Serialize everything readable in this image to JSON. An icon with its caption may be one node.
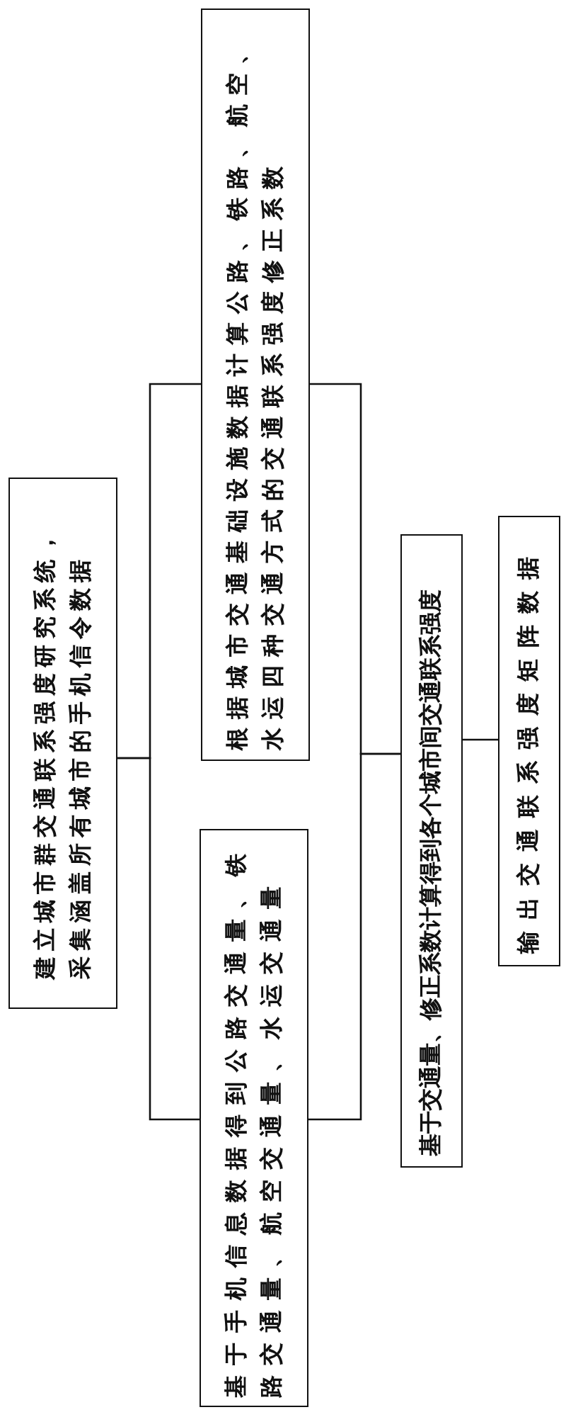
{
  "diagram": {
    "nodes": [
      {
        "text": [
          "建立城市群交通联系强度研究系统，采集涵盖所有城市的手机信令数据"
        ]
      },
      {
        "text": [
          "基于手机信息数据得到公路交通量、铁路交通量、航空交通量、水运交通量"
        ]
      },
      {
        "text": [
          "根据城市交通基础设施数据计算公路、铁路、航空、水运四种交通方式的交通联系强度修正系数"
        ]
      },
      {
        "text": [
          "基于交通量、修正系数计算得到各个城市间交通联系强度"
        ]
      },
      {
        "text": [
          "输出交通联系强度矩阵数据"
        ]
      }
    ],
    "edges": [
      {
        "from": 0,
        "to": 1,
        "arrow": "none"
      },
      {
        "from": 0,
        "to": 2,
        "arrow": "none"
      },
      {
        "from": 1,
        "to": 3,
        "arrow": "none"
      },
      {
        "from": 2,
        "to": 3,
        "arrow": "none"
      },
      {
        "from": 3,
        "to": 4,
        "arrow": "none"
      }
    ]
  }
}
